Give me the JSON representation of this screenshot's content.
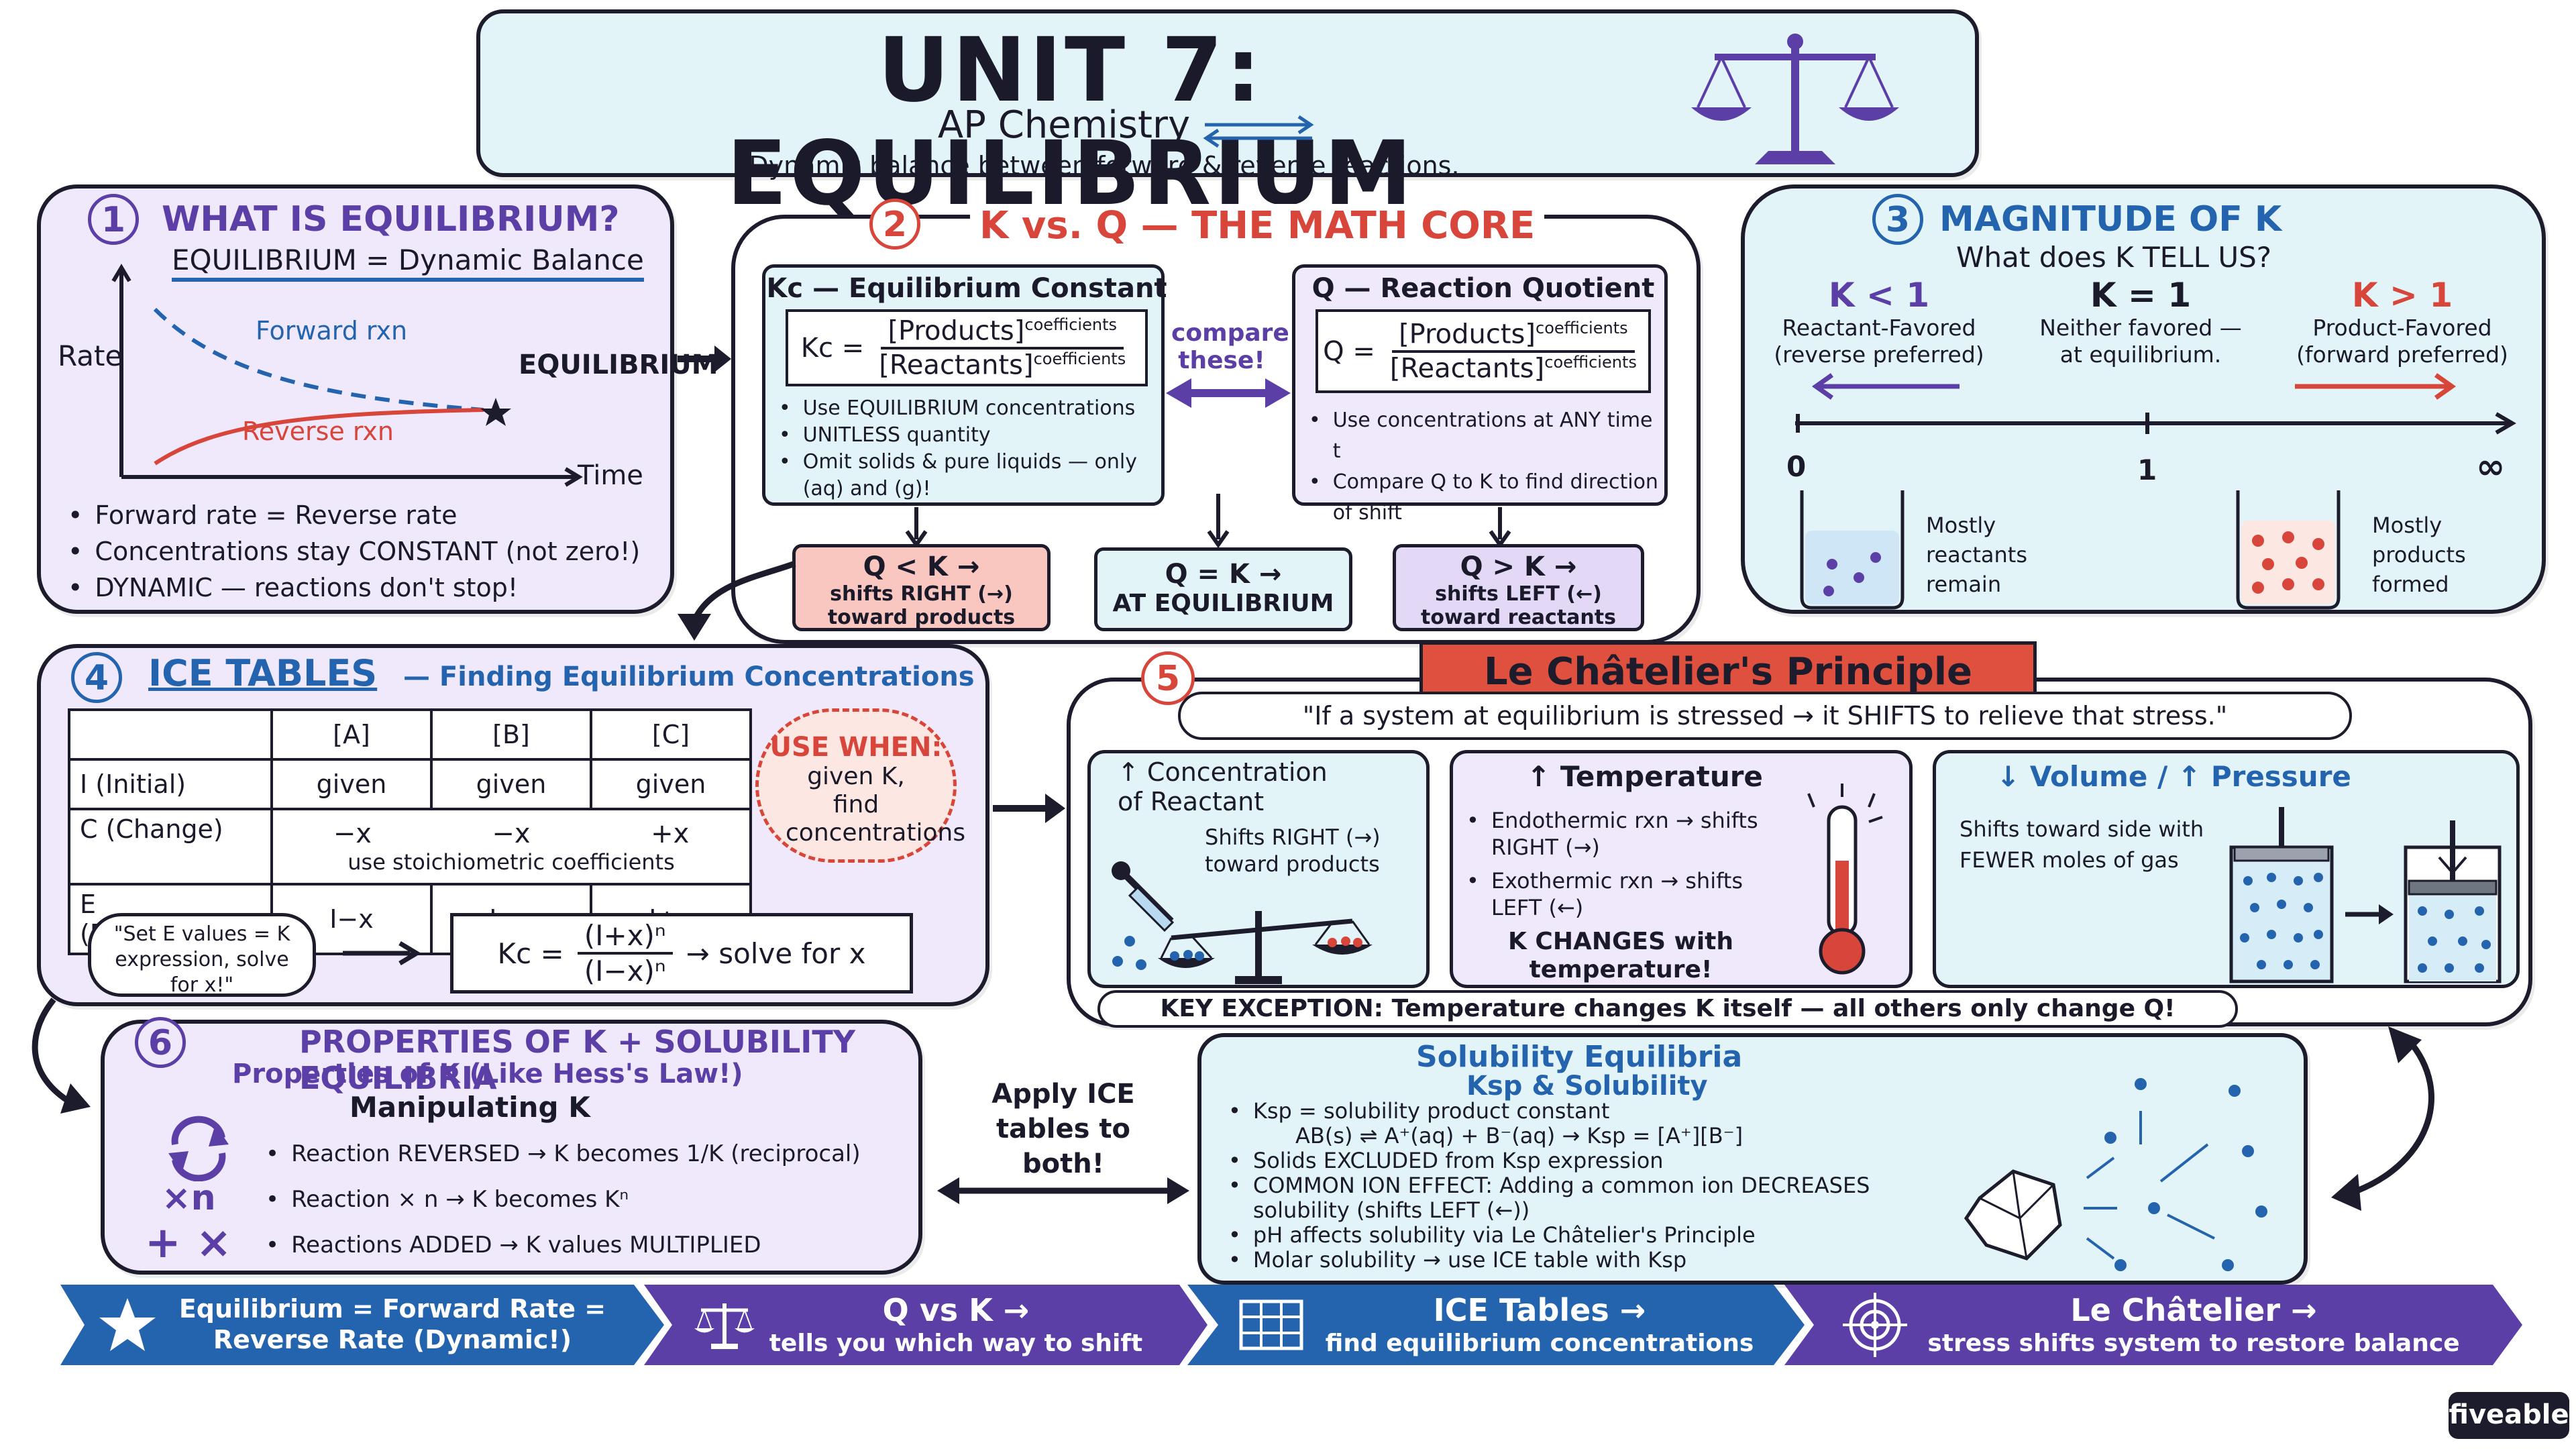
{
  "header": {
    "title": "UNIT 7: EQUILIBRIUM",
    "subtitle": "AP Chemistry",
    "tagline": "Dynamic balance between forward & reverse reactions."
  },
  "s1": {
    "num": "1",
    "title": "WHAT IS EQUILIBRIUM?",
    "subtitle": "EQUILIBRIUM = Dynamic Balance",
    "y_label": "Rate",
    "x_label": "Time",
    "forward": "Forward rxn",
    "reverse": "Reverse rxn",
    "eq_label": "EQUILIBRIUM",
    "bullets": [
      "Forward rate = Reverse rate",
      "Concentrations stay CONSTANT (not zero!)",
      "DYNAMIC — reactions don't stop!"
    ]
  },
  "s2": {
    "num": "2",
    "title": "K vs. Q — THE MATH CORE",
    "kc_title": "Kc — Equilibrium Constant",
    "kc_sym": "Kc =",
    "products": "[Products]",
    "reactants": "[Reactants]",
    "coeff": "coefficients",
    "kc_bullets": [
      "Use EQUILIBRIUM concentrations",
      "UNITLESS quantity",
      "Omit solids & pure liquids — only (aq) and (g)!"
    ],
    "compare": "compare these!",
    "q_title": "Q — Reaction Quotient",
    "q_sym": "Q =",
    "q_bullets": [
      "Use concentrations at ANY time t",
      "Compare Q to K to find direction of shift"
    ],
    "qlk_title": "Q < K →",
    "qlk_body": "shifts RIGHT (→) toward products",
    "qek_title": "Q = K →",
    "qek_body": "AT EQUILIBRIUM",
    "qgk_title": "Q > K →",
    "qgk_body": "shifts LEFT (←) toward reactants"
  },
  "s3": {
    "num": "3",
    "title": "MAGNITUDE OF K",
    "subtitle": "What does K TELL US?",
    "klt_title": "K < 1",
    "klt_body": "Reactant-Favored (reverse preferred)",
    "keq_title": "K = 1",
    "keq_body": "Neither favored — at equilibrium.",
    "kgt_title": "K > 1",
    "kgt_body": "Product-Favored (forward preferred)",
    "axis": [
      "0",
      "1",
      "∞"
    ],
    "left_note": "Mostly reactants remain",
    "right_note": "Mostly products formed"
  },
  "s4": {
    "num": "4",
    "title": "ICE TABLES",
    "subtitle": "— Finding Equilibrium Concentrations",
    "headers": [
      "",
      "[A]",
      "[B]",
      "[C]"
    ],
    "row_i": [
      "I (Initial)",
      "given",
      "given",
      "given"
    ],
    "row_c": [
      "C (Change)",
      "−x",
      "−x",
      "+x"
    ],
    "row_c_note": "use stoichiometric coefficients",
    "row_e": [
      "E (Equilibrium)",
      "I−x",
      "I−x",
      "I+x"
    ],
    "use_when_title": "USE WHEN:",
    "use_when_body": "given K, find concentrations",
    "bubble": "\"Set E values = K expression, solve for x!\"",
    "eq_sym": "Kc =",
    "eq_num": "(I+x)ⁿ",
    "eq_den": "(I−x)ⁿ",
    "eq_tail": "→ solve for x"
  },
  "s5": {
    "num": "5",
    "title": "Le Châtelier's Principle",
    "quote": "\"If a system at equilibrium is stressed → it SHIFTS to relieve that stress.\"",
    "c_title": "↑ Concentration of Reactant",
    "c_body": "Shifts RIGHT (→) toward products",
    "t_title": "↑ Temperature",
    "t_b1": "Endothermic rxn → shifts RIGHT (→)",
    "t_b2": "Exothermic rxn → shifts LEFT (←)",
    "t_note": "K CHANGES with temperature!",
    "v_title": "↓ Volume / ↑ Pressure",
    "v_body": "Shifts toward side with FEWER moles of gas",
    "exception": "KEY EXCEPTION: Temperature changes K itself — all others only change Q!"
  },
  "s6": {
    "num": "6",
    "title": "PROPERTIES OF K + SOLUBILITY EQUILIBRIA",
    "props_title": "Properties of K (Like Hess's Law!)",
    "manip": "Manipulating K",
    "p1": "Reaction REVERSED → K becomes 1/K (reciprocal)",
    "p2": "Reaction × n → K becomes Kⁿ",
    "p3": "Reactions ADDED → K values MULTIPLIED",
    "xn": "×n",
    "apply": "Apply ICE tables to both!",
    "sol_title": "Solubility Equilibria",
    "sol_sub": "Ksp & Solubility",
    "sol_b": [
      "Ksp = solubility product constant",
      "Solids EXCLUDED from Ksp expression",
      "COMMON ION EFFECT: Adding a common ion DECREASES solubility (shifts LEFT (←))",
      "pH affects solubility via Le Châtelier's Principle",
      "Molar solubility → use ICE table with Ksp"
    ],
    "sol_eq": "AB(s) ⇌ A⁺(aq) + B⁻(aq) → Ksp = [A⁺][B⁻]"
  },
  "footer": {
    "f1": "Equilibrium = Forward Rate = Reverse Rate (Dynamic!)",
    "f2_title": "Q vs K →",
    "f2_body": "tells you which way to shift",
    "f3_title": "ICE Tables →",
    "f3_body": "find equilibrium concentrations",
    "f4_title": "Le Châtelier →",
    "f4_body": "stress shifts system to restore balance",
    "brand": "fiveable"
  },
  "colors": {
    "purple": "#5b3fa6",
    "blue": "#2463ad",
    "red": "#d8453a",
    "panel_purple": "#efe9fb",
    "panel_blue": "#e3f4f9"
  }
}
